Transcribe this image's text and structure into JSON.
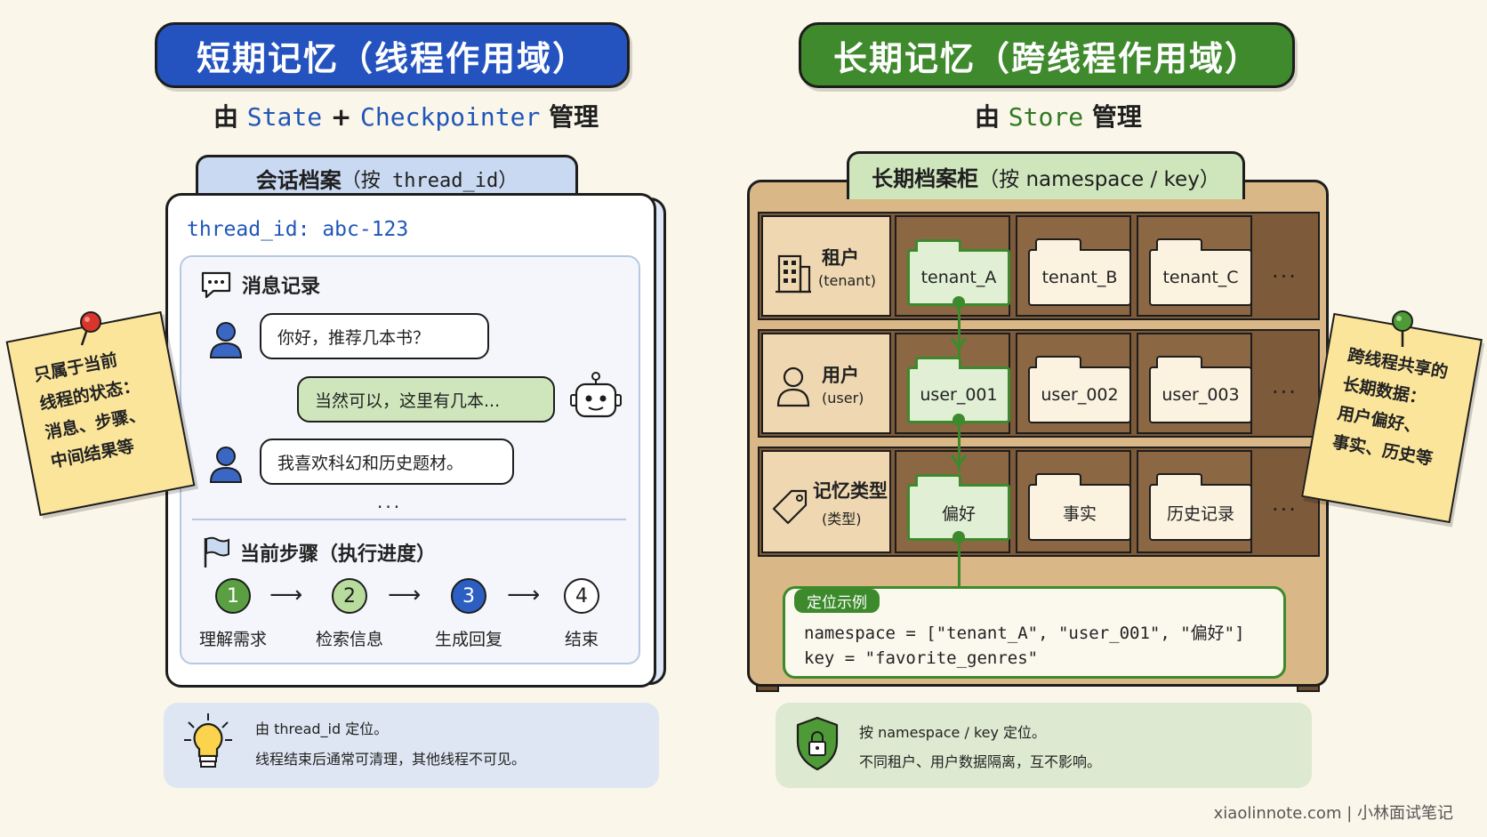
{
  "left": {
    "title": "短期记忆（线程作用域）",
    "subtitle_prefix": "由",
    "subtitle_state": "State",
    "subtitle_plus": "+",
    "subtitle_checkpointer": "Checkpointer",
    "subtitle_suffix": "管理",
    "card_tab": "会话档案",
    "card_tab_paren": "（按 thread_id）",
    "thread_label": "thread_id: abc-123",
    "messages_heading": "消息记录",
    "messages": [
      {
        "role": "user",
        "text": "你好，推荐几本书？"
      },
      {
        "role": "bot",
        "text": "当然可以，这里有几本..."
      },
      {
        "role": "user",
        "text": "我喜欢科幻和历史题材。"
      }
    ],
    "more": "...",
    "steps_heading": "当前步骤（执行进度）",
    "steps": [
      {
        "num": "1",
        "label": "理解需求"
      },
      {
        "num": "2",
        "label": "检索信息"
      },
      {
        "num": "3",
        "label": "生成回复"
      },
      {
        "num": "4",
        "label": "结束"
      }
    ],
    "step_arrow": "⟶",
    "tip_line1": "由 thread_id 定位。",
    "tip_line2": "线程结束后通常可清理，其他线程不可见。",
    "sticky": [
      "只属于当前",
      "线程的状态：",
      "消息、步骤、",
      "中间结果等"
    ]
  },
  "right": {
    "title": "长期记忆（跨线程作用域）",
    "subtitle_prefix": "由",
    "subtitle_store": "Store",
    "subtitle_suffix": "管理",
    "cab_tab": "长期档案柜",
    "cab_tab_paren": "（按 namespace / key）",
    "rows": [
      {
        "label": "租户",
        "sub": "(tenant)",
        "items": [
          "tenant_A",
          "tenant_B",
          "tenant_C"
        ]
      },
      {
        "label": "用户",
        "sub": "(user)",
        "items": [
          "user_001",
          "user_002",
          "user_003"
        ]
      },
      {
        "label": "记忆类型",
        "sub": "(类型)",
        "items": [
          "偏好",
          "事实",
          "历史记录"
        ]
      }
    ],
    "ellipsis": "...",
    "example_tag": "定位示例",
    "example_line1": "namespace = [\"tenant_A\", \"user_001\", \"偏好\"]",
    "example_line2": "key = \"favorite_genres\"",
    "tip_line1": "按 namespace / key 定位。",
    "tip_line2": "不同租户、用户数据隔离，互不影响。",
    "sticky": [
      "跨线程共享的",
      "长期数据：",
      "用户偏好、",
      "事实、历史等"
    ]
  },
  "watermark": "xiaolinnote.com | 小林面试笔记",
  "colors": {
    "blue": "#2453c0",
    "green": "#3f8a2c",
    "step_green": "#5aa043",
    "step_light": "#b7dc9e",
    "step_blue": "#2d5fc2",
    "step_white": "#ffffff"
  }
}
